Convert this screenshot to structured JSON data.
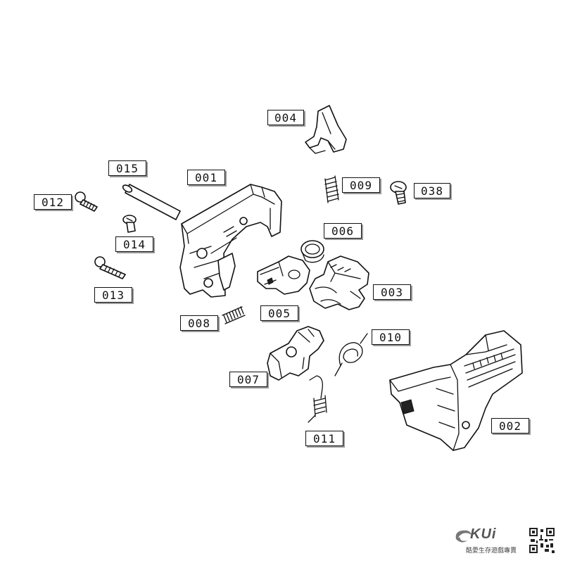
{
  "parts": [
    {
      "id": "p001",
      "label": "001"
    },
    {
      "id": "p002",
      "label": "002"
    },
    {
      "id": "p003",
      "label": "003"
    },
    {
      "id": "p004",
      "label": "004"
    },
    {
      "id": "p005",
      "label": "005"
    },
    {
      "id": "p006",
      "label": "006"
    },
    {
      "id": "p007",
      "label": "007"
    },
    {
      "id": "p008",
      "label": "008"
    },
    {
      "id": "p009",
      "label": "009"
    },
    {
      "id": "p010",
      "label": "010"
    },
    {
      "id": "p011",
      "label": "011"
    },
    {
      "id": "p012",
      "label": "012"
    },
    {
      "id": "p013",
      "label": "013"
    },
    {
      "id": "p014",
      "label": "014"
    },
    {
      "id": "p015",
      "label": "015"
    },
    {
      "id": "p038",
      "label": "038"
    }
  ],
  "brand": {
    "logo_text": "KUi",
    "tagline": "酷愛生存遊戲專賣"
  }
}
